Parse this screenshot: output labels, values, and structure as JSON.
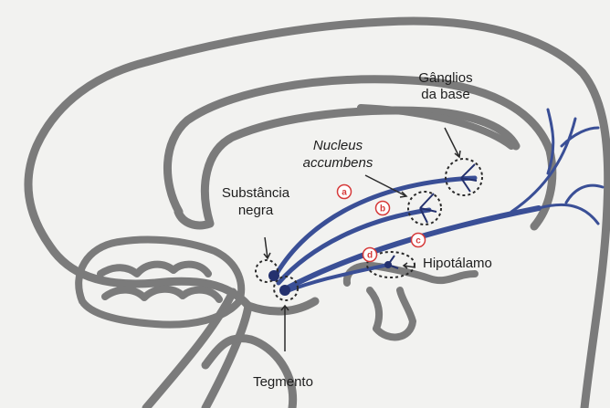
{
  "labels": {
    "ganglios": [
      "Gânglios",
      "da base"
    ],
    "nucleus": [
      "Nucleus",
      "accumbens"
    ],
    "substancia": [
      "Substância",
      "negra"
    ],
    "hipotalamo": "Hipotálamo",
    "tegmento": "Tegmento"
  },
  "markers": [
    "a",
    "b",
    "c",
    "d"
  ],
  "colors": {
    "outline": "#7b7b7b",
    "pathway": "#3a4f96",
    "pathway_dark": "#24316e",
    "marker": "#d63a3a",
    "background": "#f2f2f0"
  }
}
